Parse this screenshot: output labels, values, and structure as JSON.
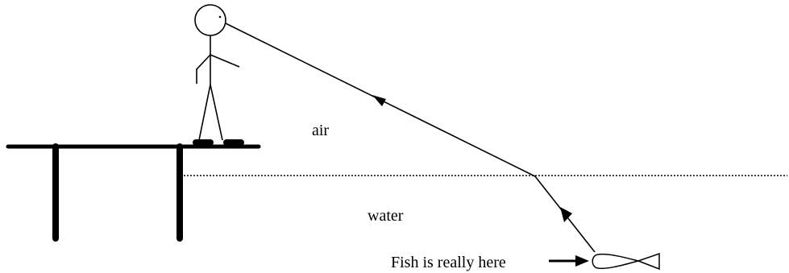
{
  "labels": {
    "air": "air",
    "water": "water",
    "fish_caption": "Fish is really here"
  },
  "colors": {
    "ink": "#000000",
    "background": "#ffffff"
  }
}
